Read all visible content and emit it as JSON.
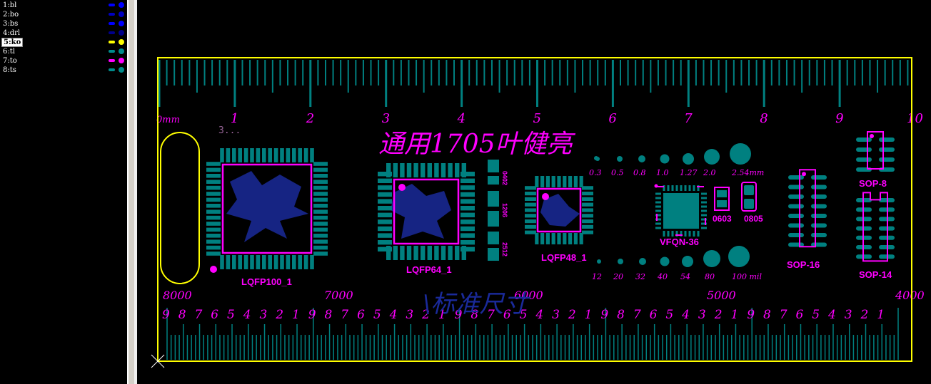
{
  "layers": [
    {
      "label": "1:bl",
      "color": "#0000ff",
      "active": false
    },
    {
      "label": "2:bo",
      "color": "#0000c0",
      "active": false
    },
    {
      "label": "3:bs",
      "color": "#0000ff",
      "active": false
    },
    {
      "label": "4:drl",
      "color": "#00008b",
      "active": false
    },
    {
      "label": "5:ko",
      "color": "#ffff00",
      "active": true
    },
    {
      "label": "6:tl",
      "color": "#008b8b",
      "active": false
    },
    {
      "label": "7:to",
      "color": "#ff00ff",
      "active": false
    },
    {
      "label": "8:ts",
      "color": "#008b8b",
      "active": false
    }
  ],
  "colors": {
    "board_outline": "#ffff00",
    "copper": "#008080",
    "silkscreen": "#ff00ff",
    "bottom_silk": "#1a2a9a"
  },
  "ruler": {
    "top_unit": "0mm",
    "top_numbers": [
      "1",
      "2",
      "3",
      "4",
      "5",
      "6",
      "7",
      "8",
      "9",
      "10"
    ],
    "bottom_thousands": [
      "8000",
      "7000",
      "6000",
      "5000",
      "4000"
    ],
    "bottom_digits": [
      "9",
      "8",
      "7",
      "6",
      "5",
      "4",
      "3",
      "2",
      "1",
      "9",
      "8",
      "7",
      "6",
      "5",
      "4",
      "3",
      "2",
      "1",
      "9",
      "8",
      "7",
      "6",
      "5",
      "4",
      "3",
      "2",
      "1",
      "9",
      "8",
      "7",
      "6",
      "5",
      "4",
      "3",
      "2",
      "1",
      "9",
      "8",
      "7",
      "6",
      "5",
      "4",
      "3",
      "2",
      "1"
    ]
  },
  "titles": {
    "cn_title": "通用1705叶健亮",
    "hidden_line": "3...",
    "bottom_cn": "\\标准尺寸"
  },
  "components": {
    "lqfp100": "LQFP100_1",
    "lqfp64": "LQFP64_1",
    "lqfp48": "LQFP48_1",
    "vfqn": "VFQN-36",
    "c0603": "0603",
    "c0805": "0805",
    "sop8": "SOP-8",
    "sop14": "SOP-14",
    "sop16": "SOP-16",
    "sizes_mm": [
      "0.3",
      "0.5",
      "0.8",
      "1.0",
      "1.27",
      "2.0",
      "2.54mm"
    ],
    "sizes_mil": [
      "12",
      "20",
      "32",
      "40",
      "54",
      "80",
      "100 mil"
    ],
    "small_tags": [
      "0402",
      "1206",
      "2512"
    ]
  }
}
